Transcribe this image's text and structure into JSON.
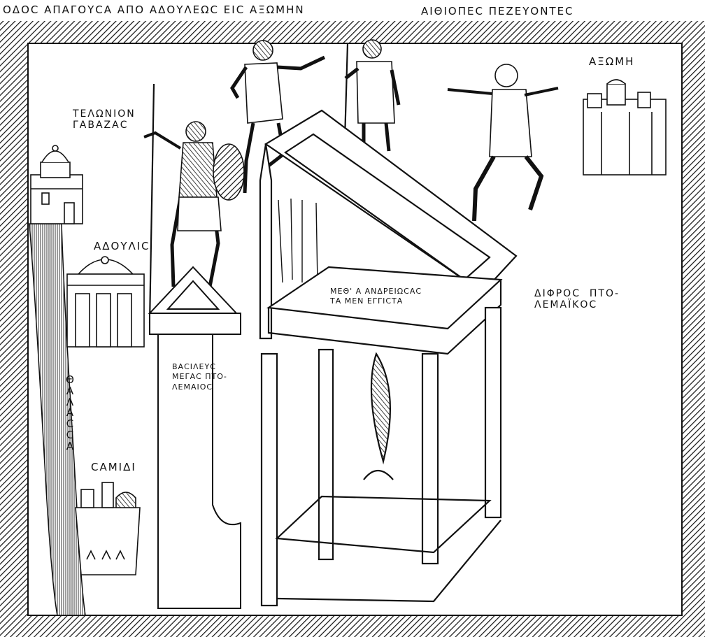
{
  "inscriptions": {
    "top_left": "ΟΔΟϹ ΑΠΑΓΟΥϹΑ  ΑΠΟ ΑΔΟΥΛΕΩϹ ΕΙϹ ΑΞΩΜΗΝ",
    "top_right": "ΑΙΘΙΟΠΕϹ  ΠΕΖΕΥΟΝΤΕϹ",
    "axome": "ΑΞΩΜΗ",
    "telonion": "ΤΕΛΩΝΙΟΝ\nΓΑΒΑΖΑϹ",
    "adoulis": "ΑΔΟΥΛΙϹ",
    "thalassa": "ΘΑΛΑϹϹΑ",
    "samidi": "ϹΑΜΙΔΙ",
    "basileus": "ΒΑϹΙΛΕΥϹ\nΜΕΓΑϹ ΠΤΟ-\nΛΕΜΑΙΟϹ",
    "throne_inscription": "ΜΕΘ' Α ΑΝΔΡΕΙΩϹΑϹ\nΤΑ ΜΕΝ ΕΓΓΙϹΤΑ",
    "diphros": "ΔΙΦΡΟϹ  ΠΤΟ-\nΛΕΜΑΪΚΟϹ"
  },
  "colors": {
    "ink": "#111111",
    "paper": "#ffffff"
  },
  "icons": [
    "hatched-border",
    "building-icon",
    "figure-icon",
    "shield-icon",
    "throne-icon"
  ]
}
